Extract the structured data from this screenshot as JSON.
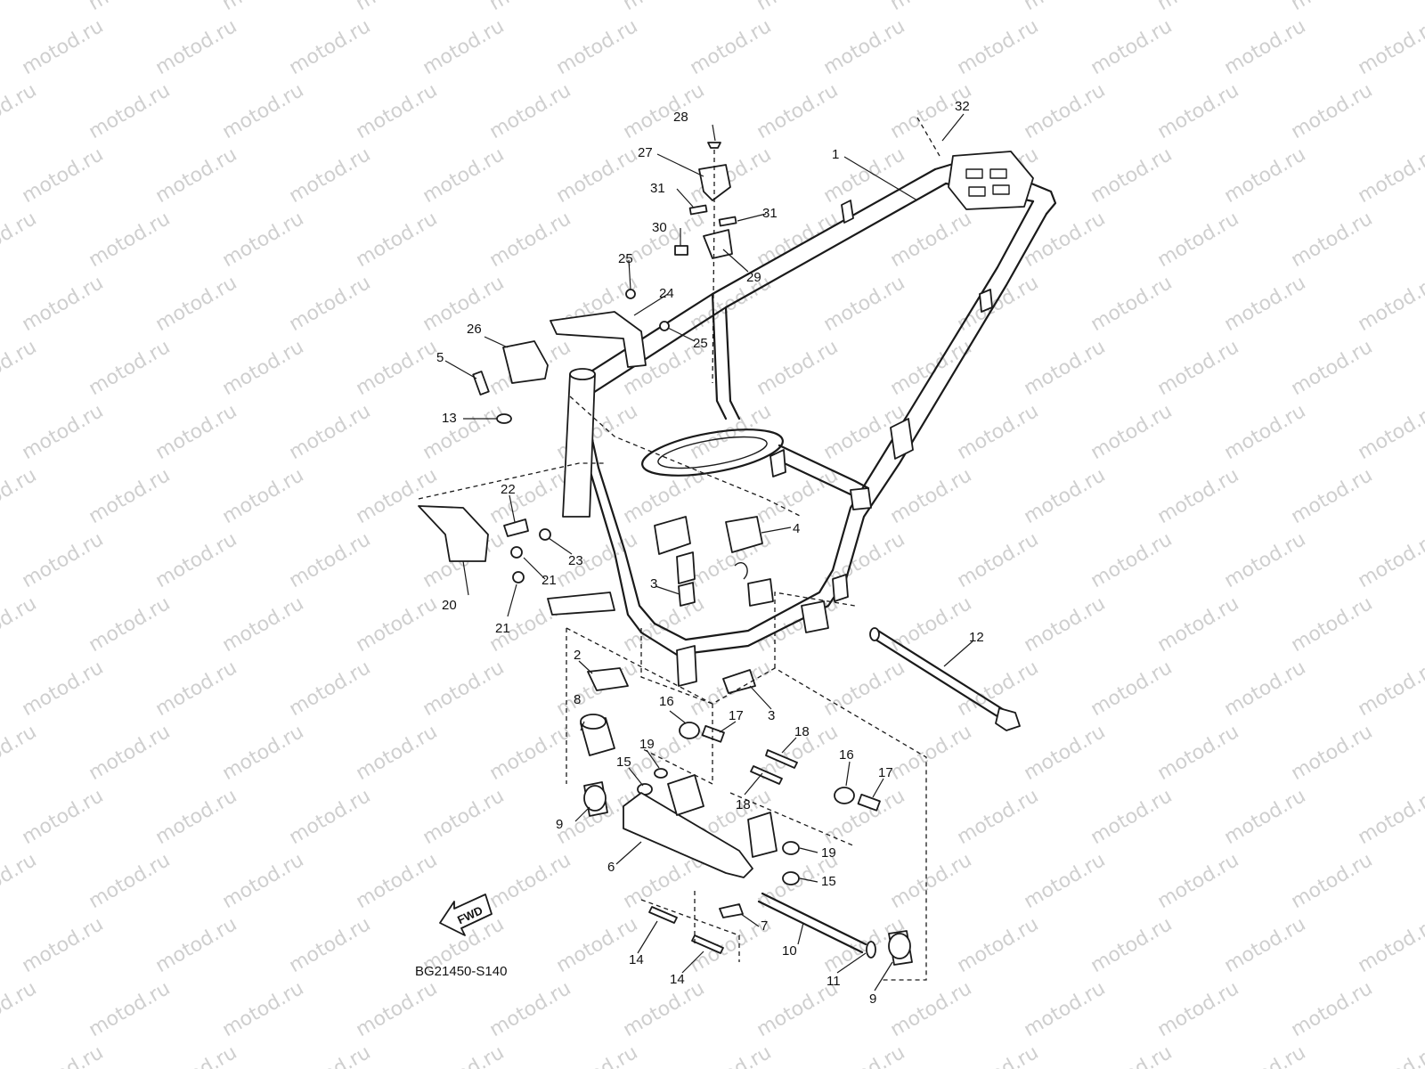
{
  "watermark": "motod.ru",
  "diagram_code": "BG21450-S140",
  "fwd_label": "FWD",
  "callouts": [
    {
      "id": "1",
      "label": "1"
    },
    {
      "id": "2",
      "label": "2"
    },
    {
      "id": "3a",
      "label": "3"
    },
    {
      "id": "3b",
      "label": "3"
    },
    {
      "id": "4",
      "label": "4"
    },
    {
      "id": "5",
      "label": "5"
    },
    {
      "id": "6",
      "label": "6"
    },
    {
      "id": "7",
      "label": "7"
    },
    {
      "id": "8",
      "label": "8"
    },
    {
      "id": "9a",
      "label": "9"
    },
    {
      "id": "9b",
      "label": "9"
    },
    {
      "id": "10",
      "label": "10"
    },
    {
      "id": "11",
      "label": "11"
    },
    {
      "id": "12",
      "label": "12"
    },
    {
      "id": "13",
      "label": "13"
    },
    {
      "id": "14a",
      "label": "14"
    },
    {
      "id": "14b",
      "label": "14"
    },
    {
      "id": "15a",
      "label": "15"
    },
    {
      "id": "15b",
      "label": "15"
    },
    {
      "id": "16a",
      "label": "16"
    },
    {
      "id": "16b",
      "label": "16"
    },
    {
      "id": "17a",
      "label": "17"
    },
    {
      "id": "17b",
      "label": "17"
    },
    {
      "id": "18a",
      "label": "18"
    },
    {
      "id": "18b",
      "label": "18"
    },
    {
      "id": "19a",
      "label": "19"
    },
    {
      "id": "19b",
      "label": "19"
    },
    {
      "id": "20",
      "label": "20"
    },
    {
      "id": "21a",
      "label": "21"
    },
    {
      "id": "21b",
      "label": "21"
    },
    {
      "id": "22",
      "label": "22"
    },
    {
      "id": "23",
      "label": "23"
    },
    {
      "id": "24",
      "label": "24"
    },
    {
      "id": "25a",
      "label": "25"
    },
    {
      "id": "25b",
      "label": "25"
    },
    {
      "id": "26",
      "label": "26"
    },
    {
      "id": "27",
      "label": "27"
    },
    {
      "id": "28",
      "label": "28"
    },
    {
      "id": "29",
      "label": "29"
    },
    {
      "id": "30",
      "label": "30"
    },
    {
      "id": "31a",
      "label": "31"
    },
    {
      "id": "31b",
      "label": "31"
    },
    {
      "id": "32",
      "label": "32"
    }
  ]
}
